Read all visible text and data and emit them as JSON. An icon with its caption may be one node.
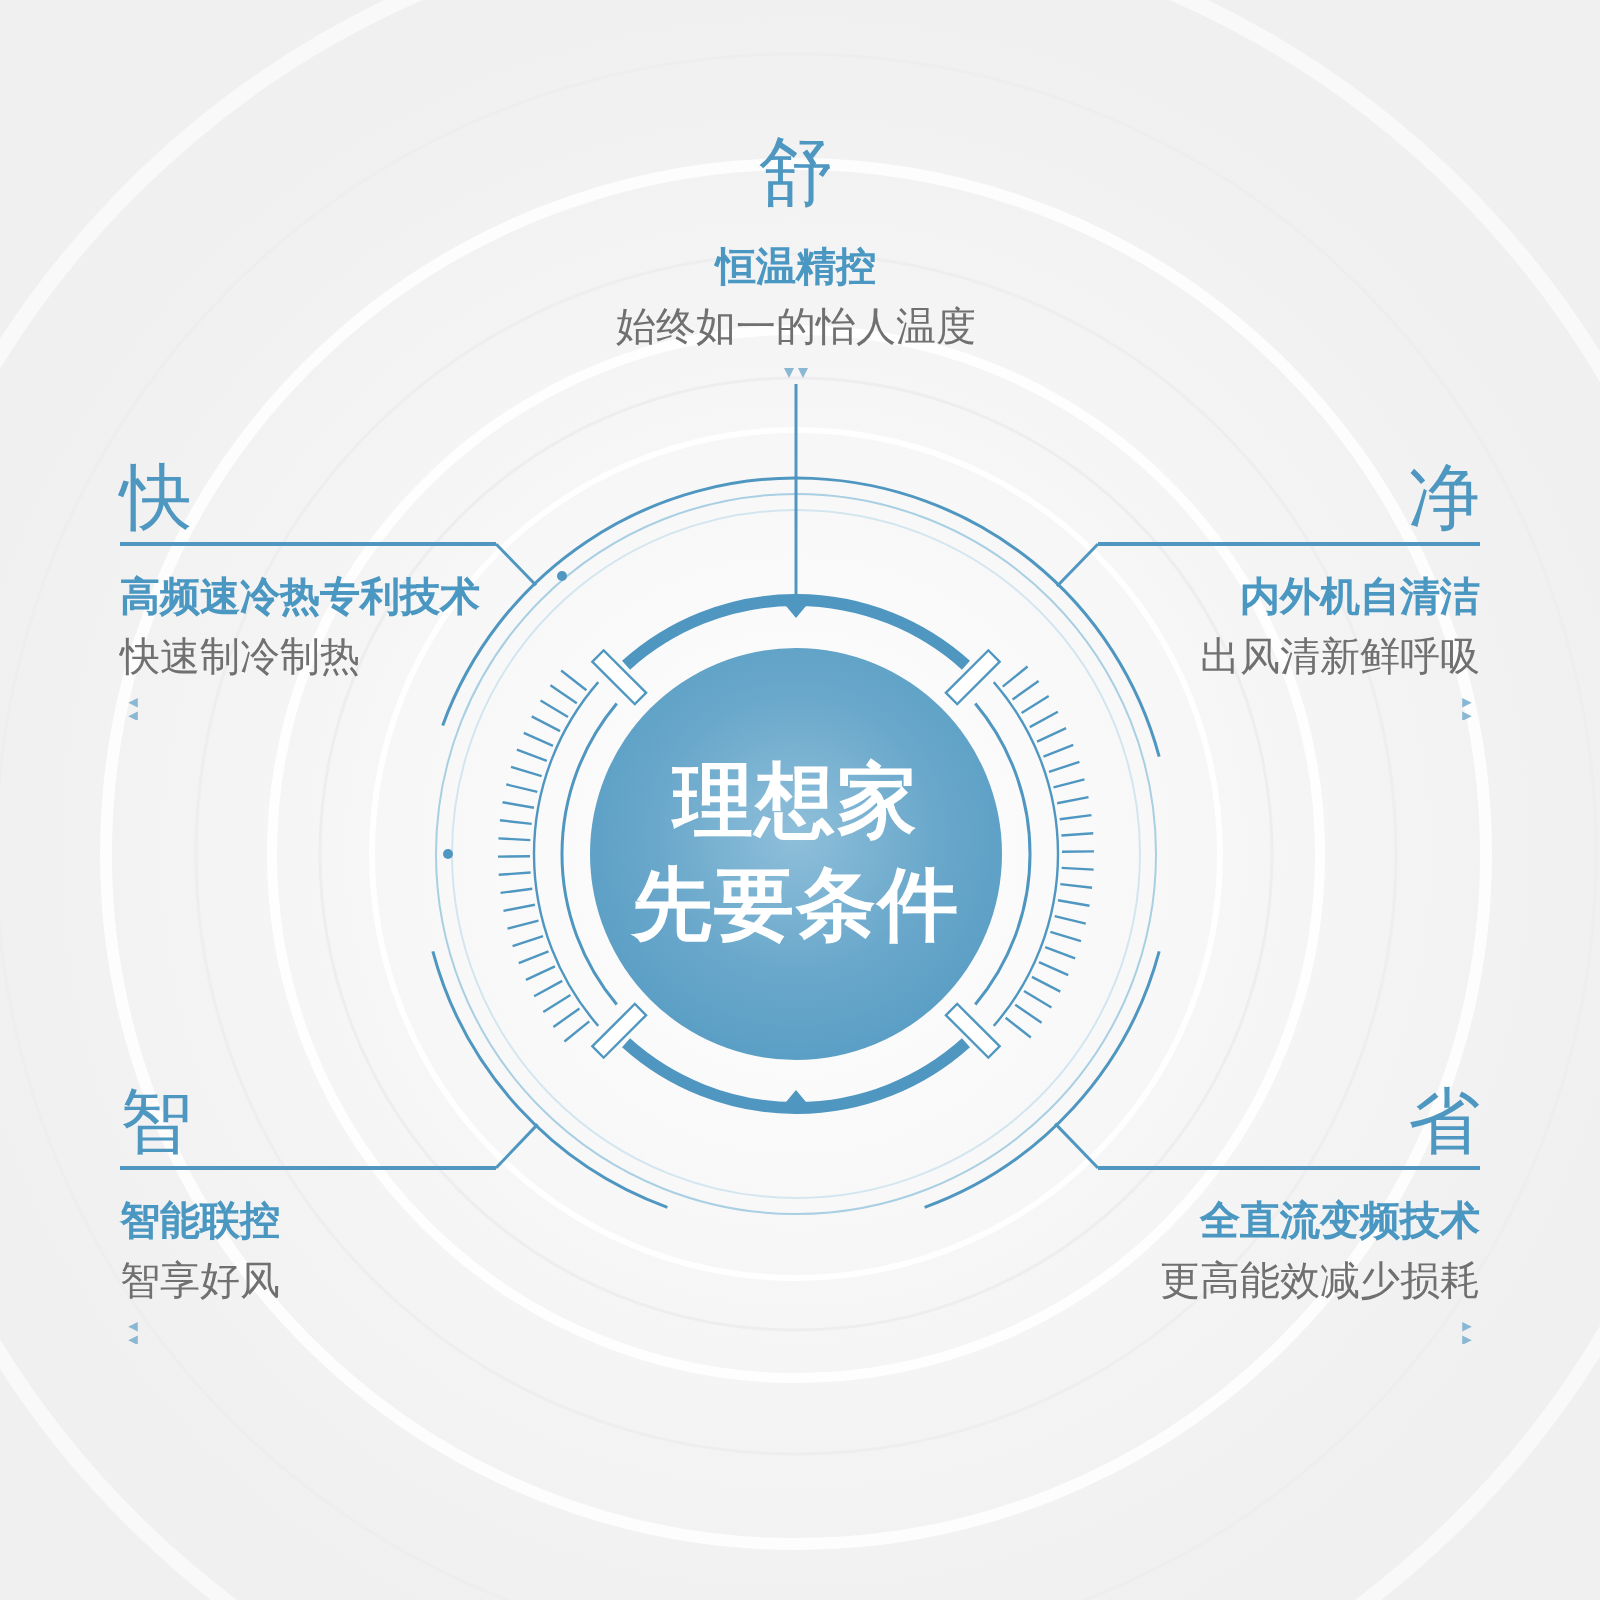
{
  "diagram": {
    "nodes": [
      {
        "text": [
          "舒",
          "恒温精控",
          "始终如一的怡人温度"
        ]
      },
      {
        "text": [
          "快",
          "高频速冷热专利技术",
          "快速制冷制热"
        ]
      },
      {
        "text": [
          "净",
          "内外机自清洁",
          "出风清新鲜呼吸"
        ]
      },
      {
        "text": [],
        "shape": "circle"
      },
      {
        "text": [],
        "shape": "circle",
        "in": 3
      },
      {
        "text": [
          "理想家先要条件"
        ],
        "in": 4
      },
      {
        "text": [
          "智",
          "智能联控",
          "智享好风"
        ]
      },
      {
        "text": [
          "省",
          "全直流变频技术",
          "更高能效减少损耗"
        ]
      }
    ],
    "edges": [
      {
        "from": 0,
        "to": 4,
        "arrow": "none"
      },
      {
        "from": 1,
        "to": 3,
        "arrow": "none"
      },
      {
        "from": 2,
        "to": 3,
        "arrow": "none"
      },
      {
        "from": 6,
        "to": 3,
        "arrow": "none"
      },
      {
        "from": 7,
        "to": 3,
        "arrow": "none"
      }
    ]
  }
}
